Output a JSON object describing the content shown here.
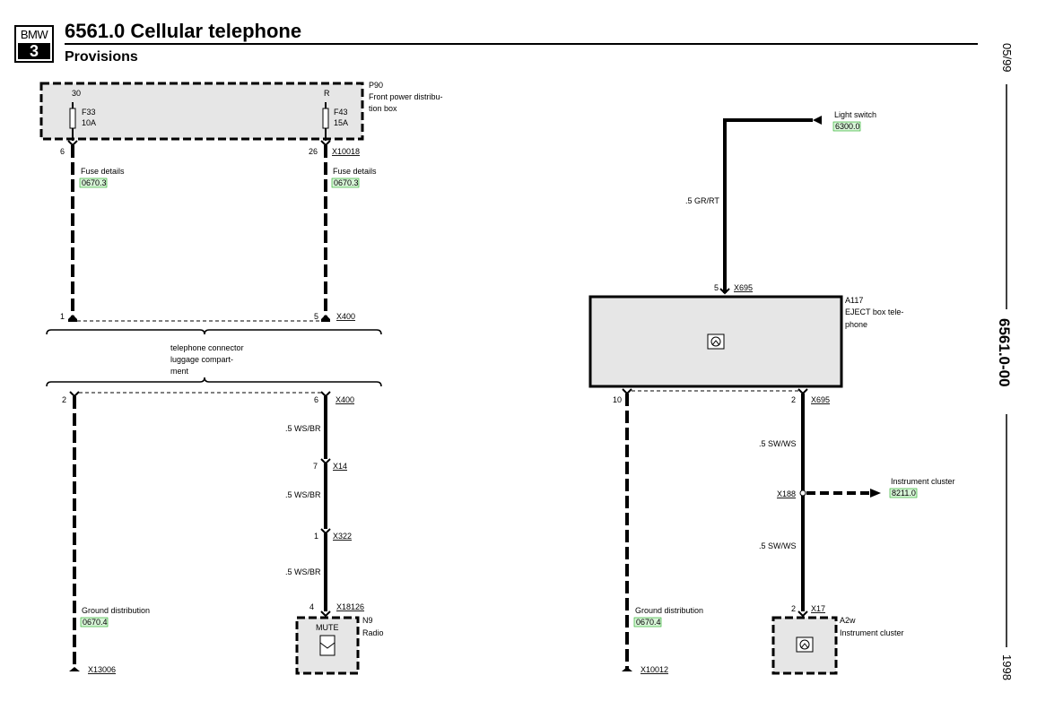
{
  "header": {
    "logo_top": "BMW",
    "logo_bottom": "3",
    "title": "6561.0 Cellular telephone",
    "subtitle": "Provisions"
  },
  "side": {
    "date": "05/99",
    "code": "6561.0-00",
    "year": "1998"
  },
  "components": {
    "p90": {
      "id": "P90",
      "line1": "Front power distribu-",
      "line2": "tion box",
      "pin_30": "30",
      "pin_r": "R"
    },
    "f33": {
      "id": "F33",
      "rating": "10A"
    },
    "f43": {
      "id": "F43",
      "rating": "15A"
    },
    "a117": {
      "id": "A117",
      "line1": "EJECT box tele-",
      "line2": "phone"
    },
    "n9": {
      "id": "N9",
      "name": "Radio",
      "mute": "MUTE"
    },
    "a2w": {
      "id": "A2w",
      "name": "Instrument cluster"
    },
    "tel_connector": {
      "line1": "telephone connector",
      "line2": "luggage compart-",
      "line3": "ment"
    }
  },
  "references": {
    "fuse_left": {
      "label": "Fuse details",
      "code": "0670.3"
    },
    "fuse_right": {
      "label": "Fuse details",
      "code": "0670.3"
    },
    "light_switch": {
      "label": "Light switch",
      "code": "6300.0"
    },
    "instrument_cluster": {
      "label": "Instrument cluster",
      "code": "8211.0"
    },
    "ground_left": {
      "label": "Ground distribution",
      "code": "0670.4"
    },
    "ground_right": {
      "label": "Ground distribution",
      "code": "0670.4"
    }
  },
  "connectors": {
    "x10018": "X10018",
    "x400_top": "X400",
    "x400_bot": "X400",
    "x14": "X14",
    "x322": "X322",
    "x18126": "X18126",
    "x13006": "X13006",
    "x695_top": "X695",
    "x695_bot": "X695",
    "x188": "X188",
    "x17": "X17",
    "x10012": "X10012"
  },
  "pins": {
    "p6": "6",
    "p26": "26",
    "p1": "1",
    "p5": "5",
    "p2_left": "2",
    "p6_x400": "6",
    "p7": "7",
    "p1_x322": "1",
    "p4": "4",
    "p5_x695": "5",
    "p10": "10",
    "p2_x695": "2",
    "p2_x17": "2"
  },
  "wires": {
    "gr_rt": ".5 GR/RT",
    "ws_br_1": ".5 WS/BR",
    "ws_br_2": ".5 WS/BR",
    "ws_br_3": ".5 WS/BR",
    "sw_ws_1": ".5 SW/WS",
    "sw_ws_2": ".5 SW/WS"
  },
  "colors": {
    "wire": "#000000",
    "box_fill": "#e6e6e6",
    "ref_highlight": "#d8f5d8",
    "ref_border": "#1aa81a"
  }
}
